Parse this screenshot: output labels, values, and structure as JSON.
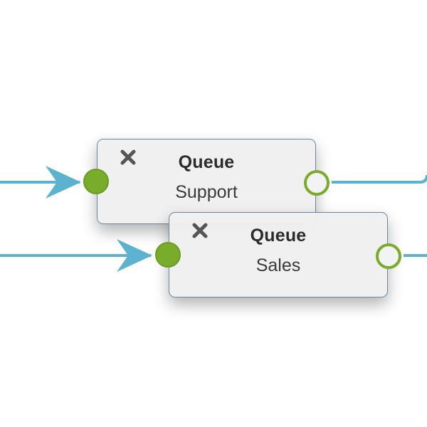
{
  "colors": {
    "connector": "#5cb3cf",
    "port_green": "#78ac2a",
    "node_border": "#6b879f",
    "node_fill": "#f0f0f0",
    "close_icon": "#555555"
  },
  "nodes": [
    {
      "title": "Queue",
      "subtitle": "Support",
      "icons": [
        "close-icon"
      ]
    },
    {
      "title": "Queue",
      "subtitle": "Sales",
      "icons": [
        "close-icon"
      ]
    }
  ]
}
